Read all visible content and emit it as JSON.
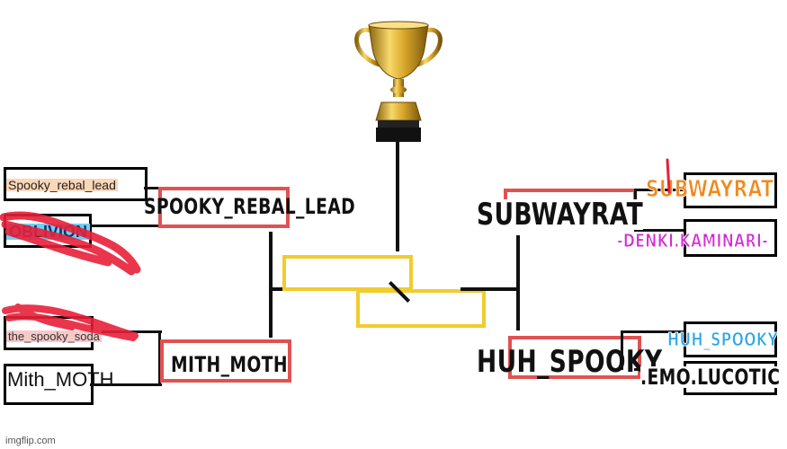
{
  "bracket": {
    "left": {
      "round1": [
        {
          "name": "Spooky_rebal_lead"
        },
        {
          "name": "OBLIVION"
        },
        {
          "name": "the_spooky_soda"
        },
        {
          "name": "Mith_MOTH"
        }
      ],
      "semis": [
        {
          "name": "SPOOKY_REBAL_LEAD"
        },
        {
          "name": "MITH_MOTH"
        }
      ]
    },
    "right": {
      "round1": [
        {
          "name": "SUBWAYRAT"
        },
        {
          "name": "-DENKI.KAMINARI-"
        },
        {
          "name": "HUH_SPOOKY"
        },
        {
          "name": ".EMO.LUCOTIC"
        }
      ],
      "semis": [
        {
          "name": "SUBWAYRAT"
        },
        {
          "name": "HUH_SPOOKY"
        }
      ]
    },
    "final": {
      "slash": "/"
    }
  },
  "trophy": {
    "icon": "trophy-icon"
  },
  "watermark": "imgflip.com",
  "colors": {
    "red_box": "#e05252",
    "yellow_box": "#f0cc2e",
    "scribble": "#e8203a",
    "orange_text": "#f08a1c",
    "magenta_text": "#d42ad4",
    "cyan_text": "#2aa6e6"
  }
}
